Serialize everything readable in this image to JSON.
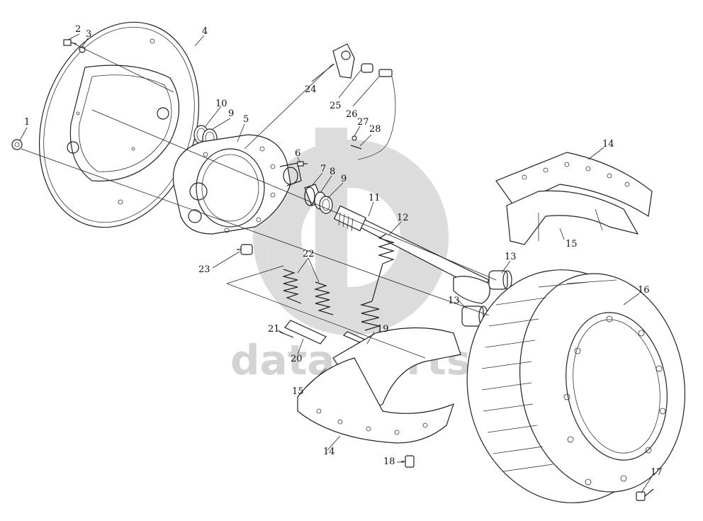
{
  "watermark": {
    "text": "data  parts",
    "color": "#c8c8c8"
  },
  "callouts": [
    {
      "id": "1",
      "label": "1"
    },
    {
      "id": "2",
      "label": "2"
    },
    {
      "id": "3",
      "label": "3"
    },
    {
      "id": "4",
      "label": "4"
    },
    {
      "id": "5",
      "label": "5"
    },
    {
      "id": "6",
      "label": "6"
    },
    {
      "id": "7",
      "label": "7"
    },
    {
      "id": "8",
      "label": "8"
    },
    {
      "id": "9a",
      "label": "9"
    },
    {
      "id": "9b",
      "label": "9"
    },
    {
      "id": "10",
      "label": "10"
    },
    {
      "id": "11",
      "label": "11"
    },
    {
      "id": "12",
      "label": "12"
    },
    {
      "id": "13a",
      "label": "13"
    },
    {
      "id": "13b",
      "label": "13"
    },
    {
      "id": "14a",
      "label": "14"
    },
    {
      "id": "14b",
      "label": "14"
    },
    {
      "id": "15a",
      "label": "15"
    },
    {
      "id": "15b",
      "label": "15"
    },
    {
      "id": "16",
      "label": "16"
    },
    {
      "id": "17",
      "label": "17"
    },
    {
      "id": "18",
      "label": "18"
    },
    {
      "id": "19",
      "label": "19"
    },
    {
      "id": "20",
      "label": "20"
    },
    {
      "id": "21",
      "label": "21"
    },
    {
      "id": "22",
      "label": "22"
    },
    {
      "id": "23",
      "label": "23"
    },
    {
      "id": "24",
      "label": "24"
    },
    {
      "id": "25",
      "label": "25"
    },
    {
      "id": "26",
      "label": "26"
    },
    {
      "id": "27",
      "label": "27"
    },
    {
      "id": "28",
      "label": "28"
    }
  ]
}
